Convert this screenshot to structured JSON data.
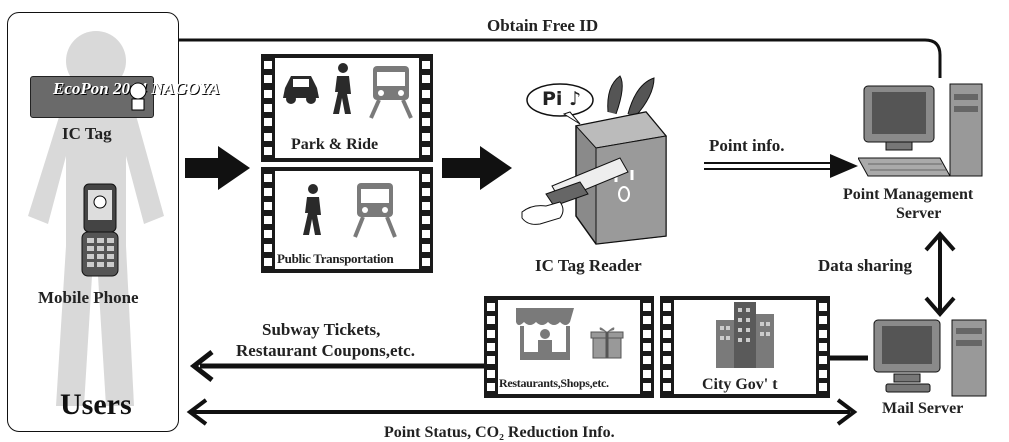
{
  "users": {
    "ic_tag_label": "IC Tag",
    "mobile_label": "Mobile Phone",
    "title": "Users",
    "ecopon_logo": "EcoPon 2004 NAGOYA"
  },
  "arrows": {
    "obtain_free_id": "Obtain Free ID",
    "point_info": "Point info.",
    "data_sharing": "Data sharing",
    "rewards_line1": "Subway Tickets,",
    "rewards_line2": "Restaurant Coupons,etc.",
    "point_status": "Point Status, CO₂ Reduction Info."
  },
  "panels": {
    "park_ride": "Park & Ride",
    "public_transport": "Public Transportation",
    "restaurants": "Restaurants,Shops,etc.",
    "city_gov": "City Gov' t"
  },
  "reader": {
    "label": "IC Tag Reader",
    "bubble": "Pi ♪"
  },
  "servers": {
    "point_mgmt_line1": "Point Management",
    "point_mgmt_line2": "Server",
    "mail": "Mail Server"
  },
  "colors": {
    "line": "#111111",
    "silhouette": "#d9d9d9",
    "gray_icon": "#7a7a7a",
    "dark_icon": "#2a2a2a"
  }
}
